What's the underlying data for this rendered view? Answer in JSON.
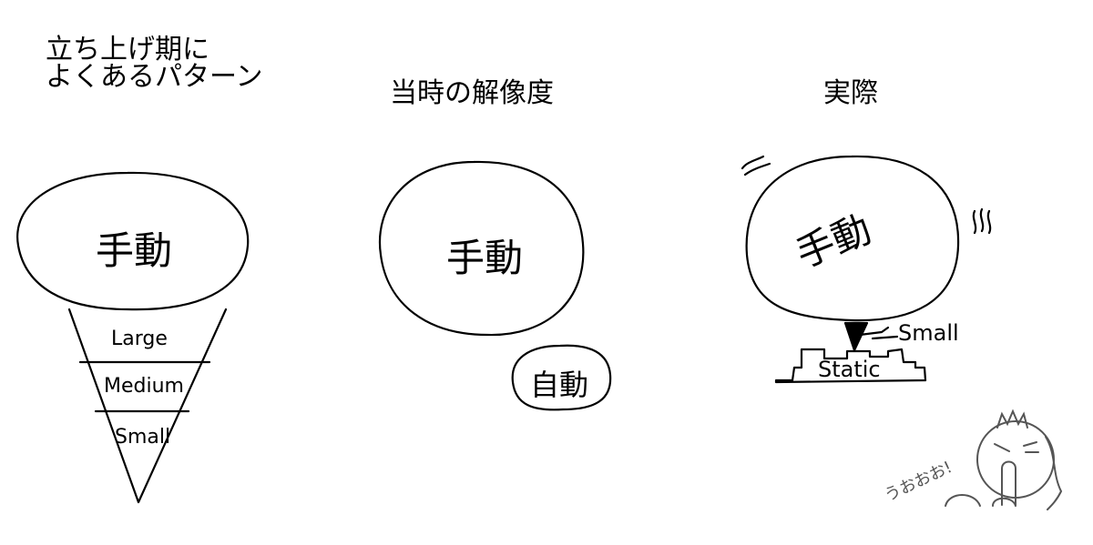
{
  "panels": [
    {
      "title_line1": "立ち上げ期に",
      "title_line2": "よくあるパターン",
      "scoop_label": "手動",
      "layers": [
        "Large",
        "Medium",
        "Small"
      ]
    },
    {
      "title": "当時の解像度",
      "scoop_label": "手動",
      "bubble_label": "自動"
    },
    {
      "title": "実際",
      "scoop_label": "手動",
      "cone_label": "Small",
      "base_label": "Static"
    }
  ],
  "doodle": {
    "exclamation": "うおおお!"
  }
}
